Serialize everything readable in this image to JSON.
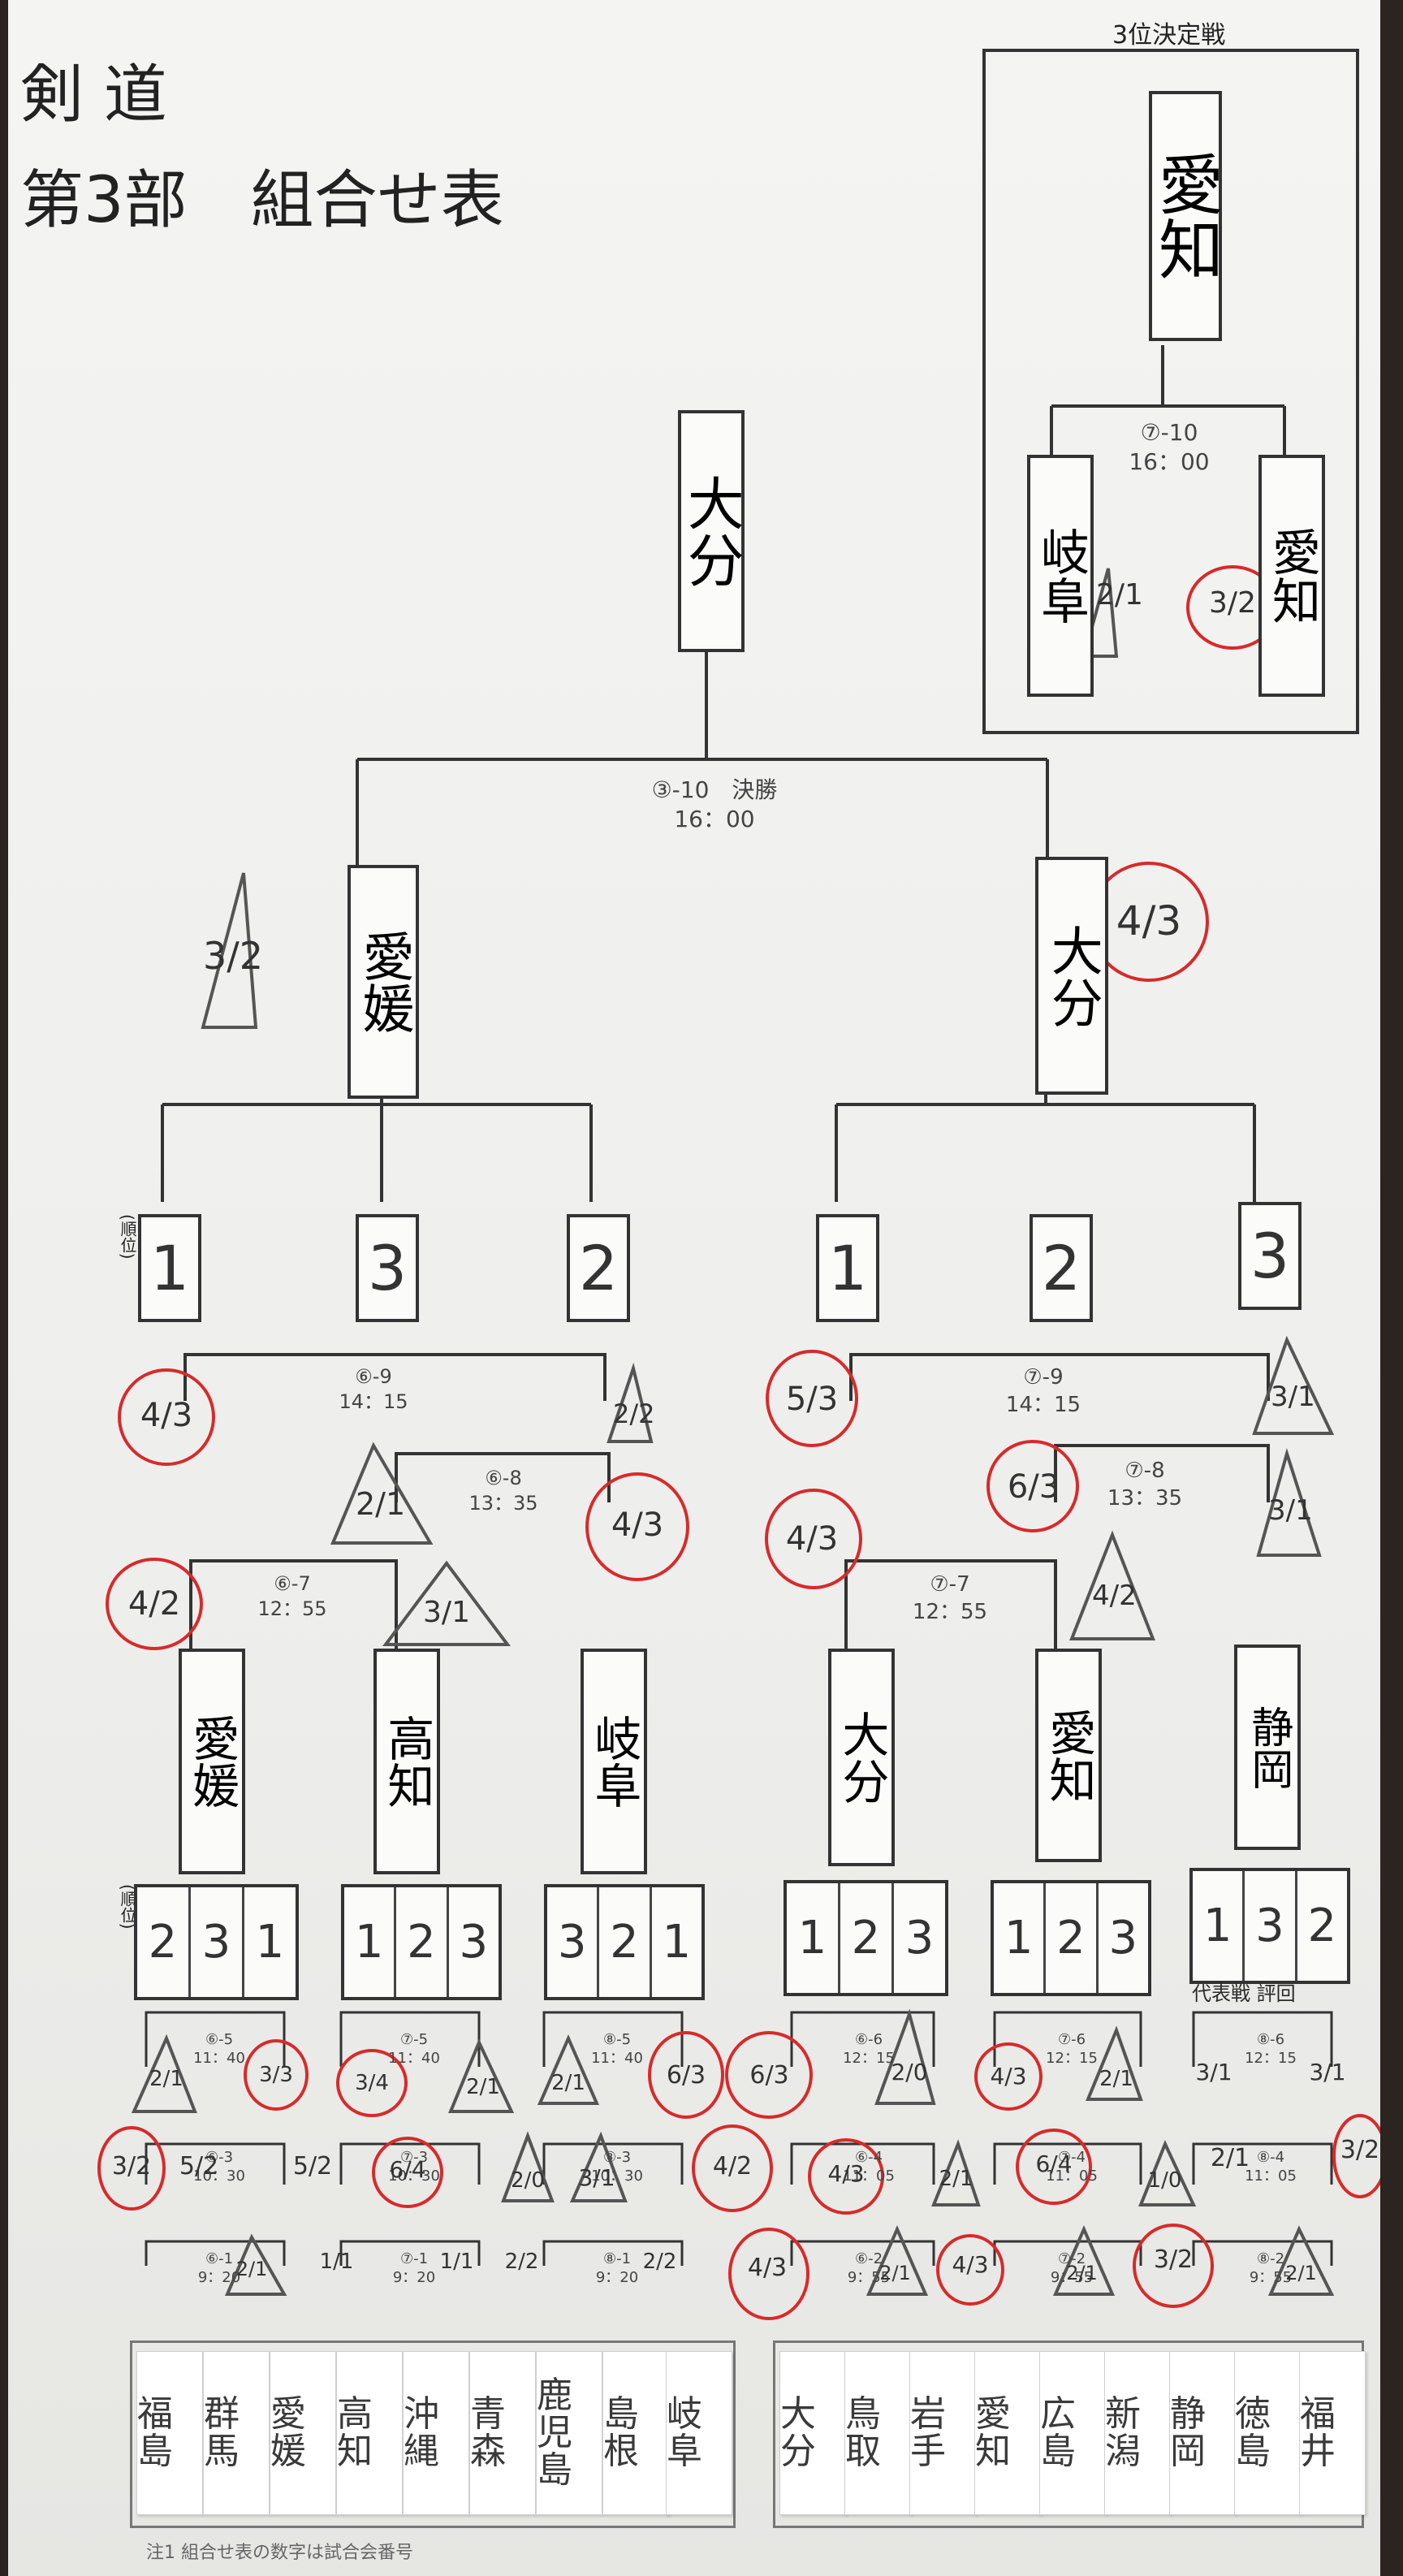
{
  "title": {
    "line1": "剣 道",
    "line2": "第3部　組合せ表"
  },
  "third_place": {
    "heading": "3位決定戦",
    "winner": "愛知",
    "match": "⑦-10\n16：00",
    "left": "岐阜",
    "right": "愛知",
    "left_score": "2/1",
    "right_score": "3/2"
  },
  "final": {
    "champion": "大分",
    "match": "③-10　決勝\n16：00",
    "left_team": "愛媛",
    "right_team": "大分",
    "left_score": "3/2",
    "right_score": "4/3"
  },
  "rank_label": "(順位)",
  "left_ranks": [
    "1",
    "3",
    "2"
  ],
  "right_ranks": [
    "1",
    "2",
    "3"
  ],
  "league_matches": {
    "l9": "⑥-9\n14：15",
    "l8": "⑥-8\n13：35",
    "l7": "⑥-7\n12：55",
    "r9": "⑦-9\n14：15",
    "r8": "⑦-8\n13：35",
    "r7": "⑦-7\n12：55"
  },
  "league_scores": {
    "l9a": "4/3",
    "l9b": "2/2",
    "l8a": "2/1",
    "l8b": "4/3",
    "l7a": "4/2",
    "l7b": "3/1",
    "r9a": "5/3",
    "r9b": "3/1",
    "r8a": "6/3",
    "r8b": "3/1",
    "r7a": "4/3",
    "r7b": "4/2"
  },
  "groups": [
    "愛媛",
    "高知",
    "岐阜",
    "大分",
    "愛知",
    "静岡"
  ],
  "group_ranks": [
    [
      "2",
      "3",
      "1"
    ],
    [
      "1",
      "2",
      "3"
    ],
    [
      "3",
      "2",
      "1"
    ],
    [
      "1",
      "2",
      "3"
    ],
    [
      "1",
      "2",
      "3"
    ],
    [
      "1",
      "3",
      "2"
    ]
  ],
  "note_rep": "代表戦  評回",
  "group_matches": {
    "r3": [
      "⑥-5\n11：40",
      "⑦-5\n11：40",
      "⑧-5\n11：40",
      "⑥-6\n12：15",
      "⑦-6\n12：15",
      "⑧-6\n12：15"
    ],
    "r2": [
      "⑥-3\n10：30",
      "⑦-3\n10：30",
      "⑧-3\n10：30",
      "⑥-4\n11：05",
      "⑦-4\n11：05",
      "⑧-4\n11：05"
    ],
    "r1": [
      "⑥-1\n9：20",
      "⑦-1\n9：20",
      "⑧-1\n9：20",
      "⑥-2\n9：55",
      "⑦-2\n9：55",
      "⑧-2\n9：55"
    ]
  },
  "group_scores": {
    "r3": [
      "2/1",
      "3/3",
      "3/4",
      "2/1",
      "2/1",
      "6/3",
      "6/3",
      "2/0",
      "4/3",
      "2/1",
      "3/1",
      "3/1"
    ],
    "r2": [
      "3/2",
      "5/2",
      "5/2",
      "6/4",
      "2/0",
      "3/1",
      "4/2",
      "4/3",
      "2/1",
      "6/4",
      "1/0",
      "2/1",
      "3/2"
    ],
    "r1": [
      "2/1",
      "1/1",
      "1/1",
      "2/2",
      "2/2",
      "4/3",
      "2/1",
      "4/3",
      "2/1",
      "3/2",
      "2/1"
    ]
  },
  "prefectures_left": [
    "福島",
    "群馬",
    "愛媛",
    "高知",
    "沖縄",
    "青森",
    "鹿児島",
    "島根",
    "岐阜"
  ],
  "prefectures_right": [
    "大分",
    "鳥取",
    "岩手",
    "愛知",
    "広島",
    "新潟",
    "静岡",
    "徳島",
    "福井"
  ],
  "footnote": "注1 組合せ表の数字は試合会番号",
  "colors": {
    "ink": "#333333",
    "red_pen": "#d62b2b",
    "board": "#f1f1ef"
  }
}
